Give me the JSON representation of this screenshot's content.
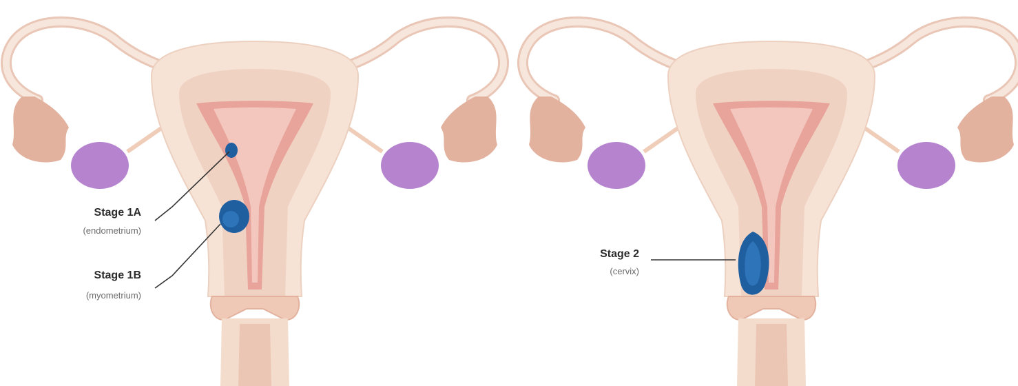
{
  "colors": {
    "background": "#ffffff",
    "tissue_light": "#f6e3d6",
    "tissue_mid": "#efcdb8",
    "lining": "#e8a39b",
    "tube_outline": "#d9b7a7",
    "fimbriae": "#e2b29e",
    "ovary": "#b684cf",
    "tumour": "#1f5fa0",
    "leader_line": "#333333"
  },
  "panels": [
    {
      "labels": [
        {
          "title": "Stage 1A",
          "subtitle": "(endometrium)"
        },
        {
          "title": "Stage 1B",
          "subtitle": "(myometrium)"
        }
      ]
    },
    {
      "labels": [
        {
          "title": "Stage 2",
          "subtitle": "(cervix)"
        }
      ]
    }
  ]
}
